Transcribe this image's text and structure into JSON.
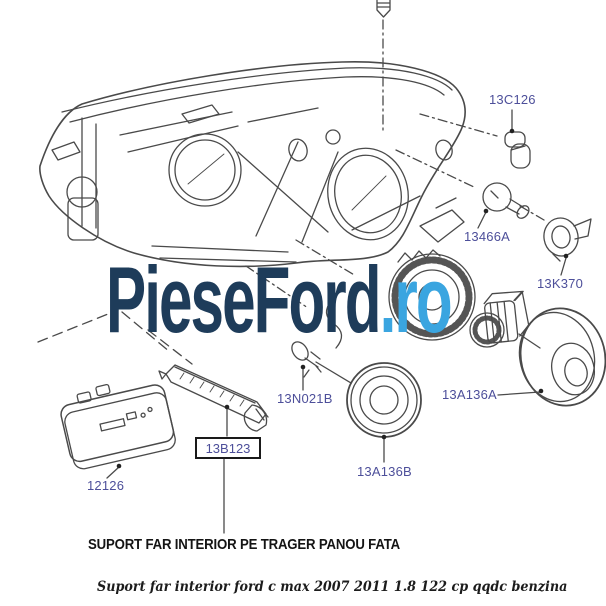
{
  "watermark": {
    "brand": "PieseFord",
    "tld": ".ro"
  },
  "parts": [
    {
      "code": "13C126"
    },
    {
      "code": "13466A"
    },
    {
      "code": "13K370"
    },
    {
      "code": "13N021B"
    },
    {
      "code": "13A136A"
    },
    {
      "code": "13A136B"
    },
    {
      "code": "13B123",
      "boxed": true
    },
    {
      "code": "12126"
    }
  ],
  "caption": "SUPORT FAR INTERIOR PE TRAGER PANOU FATA",
  "subtitle": "Suport far interior ford c max 2007 2011 1.8 122 cp qqdc benzina",
  "colors": {
    "part_label": "#4d4f9a",
    "brand_navy": "#1e3c5a",
    "brand_blue": "#3aa5e0",
    "line_art": "#4a4a4a",
    "caption_text": "#141414"
  }
}
